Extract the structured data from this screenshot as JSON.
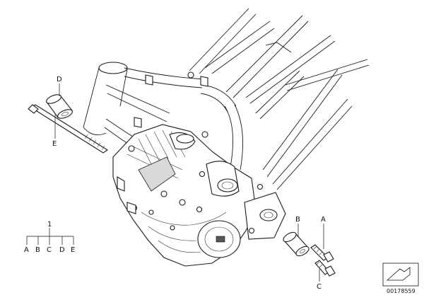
{
  "callouts": {
    "A": "A",
    "B": "B",
    "C": "C",
    "D": "D",
    "E": "E"
  },
  "legend": {
    "group_number": "1",
    "items": [
      "A",
      "B",
      "C",
      "D",
      "E"
    ]
  },
  "catalog_number": "00178559"
}
